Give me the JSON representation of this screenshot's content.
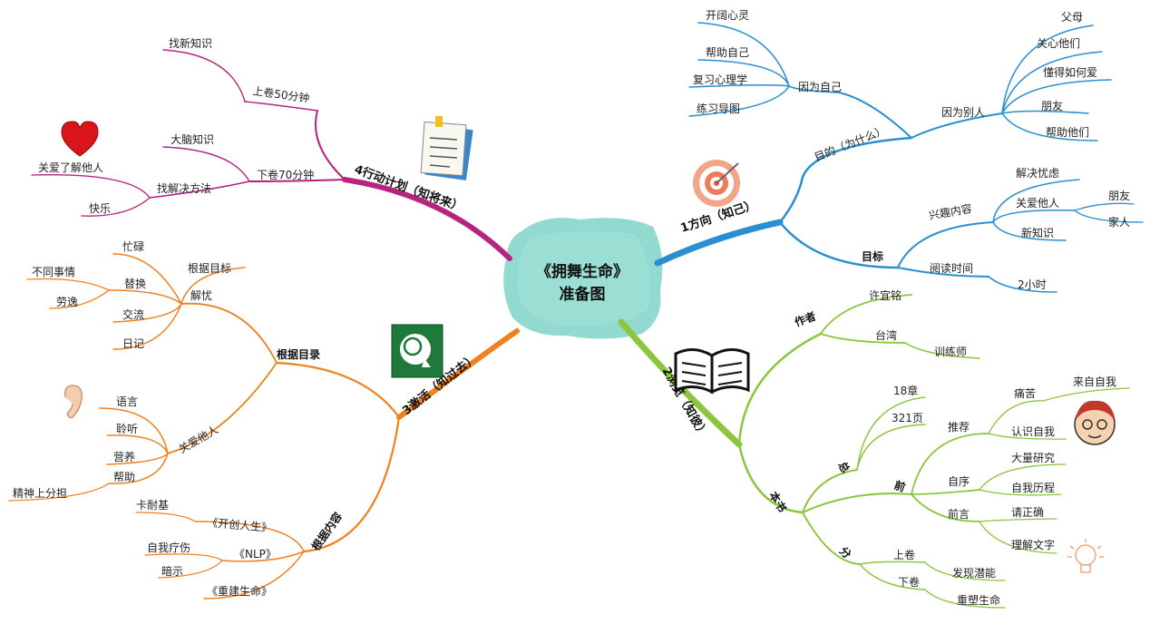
{
  "center": {
    "line1": "《拥舞生命》",
    "line2": "准备图"
  },
  "branch1": {
    "title": "1方向（知己）",
    "purpose": {
      "label": "目的（为什么）",
      "self": {
        "label": "因为自己",
        "items": [
          "开阔心灵",
          "帮助自己",
          "复习心理学",
          "练习导图"
        ]
      },
      "others": {
        "label": "因为别人",
        "items": [
          "父母",
          "关心他们",
          "懂得如何爱",
          "朋友",
          "帮助他们"
        ]
      }
    },
    "goal": {
      "label": "目标",
      "interest": {
        "label": "兴趣内容",
        "items": [
          "解决忧虑",
          "关爱他人",
          "新知识"
        ],
        "sub": [
          "朋友",
          "家人"
        ]
      },
      "time": {
        "label": "阅读时间",
        "value": "2小时"
      }
    }
  },
  "branch2": {
    "title": "2浏览（知彼）",
    "author": {
      "label": "作者",
      "name": "许宜铭",
      "place": "台湾",
      "role": "训练师"
    },
    "book": {
      "label": "本书",
      "total": {
        "label": "总",
        "items": [
          "18章",
          "321页"
        ]
      },
      "front": {
        "label": "前",
        "recommend": {
          "label": "推荐",
          "items": [
            "痛苦",
            "来自自我",
            "认识自我"
          ]
        },
        "preface": {
          "label": "自序",
          "items": [
            "大量研究",
            "自我历程"
          ]
        },
        "foreword": {
          "label": "前言",
          "items": [
            "请正确",
            "理解文字"
          ]
        }
      },
      "parts": {
        "label": "分",
        "vol1": "上卷",
        "vol1_item": "发现潜能",
        "vol2": "下卷",
        "vol2_item": "重塑生命"
      }
    }
  },
  "branch3": {
    "title": "3激活（知过去）",
    "toc": {
      "label": "根据目录",
      "worry": {
        "label": "解忧",
        "basis": "根据目标",
        "items": [
          "忙碌",
          "替换",
          "交流",
          "日记"
        ],
        "replace": [
          "不同事情",
          "劳逸"
        ]
      },
      "care": {
        "label": "关爱他人",
        "items": [
          "语言",
          "聆听",
          "营养",
          "帮助"
        ],
        "help": "精神上分担"
      }
    },
    "content": {
      "label": "根据内容",
      "book1": "《开创人生》",
      "book1_author": "卡耐基",
      "book2": "《NLP》",
      "book2_items": [
        "自我疗伤",
        "暗示"
      ],
      "book3": "《重建生命》"
    }
  },
  "branch4": {
    "title": "4行动计划（知将来）",
    "vol1": {
      "label": "上卷50分钟",
      "item": "找新知识"
    },
    "vol2": {
      "label": "下卷70分钟",
      "item": "大脑知识"
    },
    "method": {
      "label": "找解决方法",
      "items": [
        "关爱了解他人",
        "快乐"
      ]
    }
  },
  "colors": {
    "blue": "#2a8fd0",
    "green": "#8cc63e",
    "orange": "#f0821e",
    "magenta": "#b5247f",
    "teal": "#7fd3c8"
  }
}
